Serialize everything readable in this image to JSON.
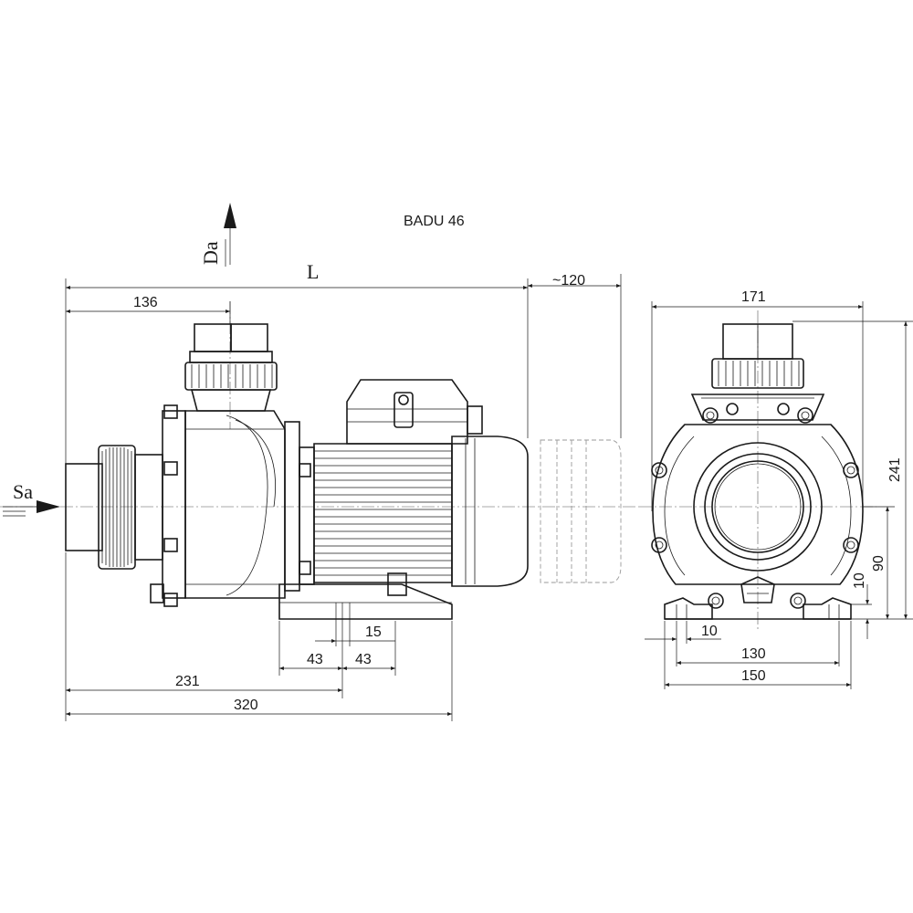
{
  "title": "BADU 46",
  "labels": {
    "suction": "Sa",
    "discharge": "Da",
    "length": "L"
  },
  "dimensions": {
    "side_view": {
      "inlet_to_discharge_axis": "136",
      "motor_clearance": "~120",
      "foot_slot": "15",
      "foot_half_left": "43",
      "foot_half_right": "43",
      "inlet_to_foot_center": "231",
      "overall_base": "320"
    },
    "front_view": {
      "overall_width": "171",
      "overall_height": "241",
      "axis_height": "90",
      "foot_height": "10",
      "foot_slot_width": "10",
      "bolt_spacing": "130",
      "base_width": "150"
    }
  }
}
